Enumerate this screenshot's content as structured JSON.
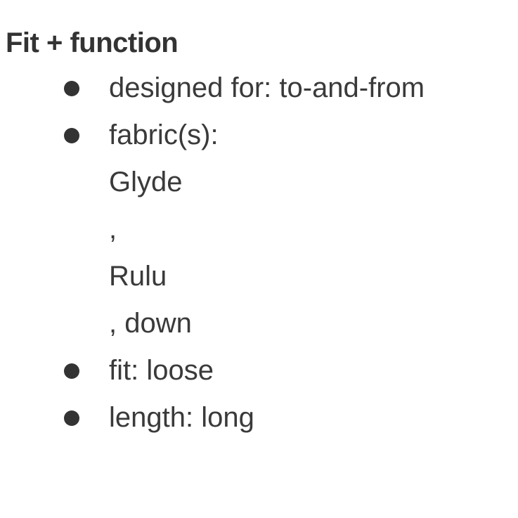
{
  "section": {
    "heading": "Fit + function",
    "items": [
      {
        "label": "designed for: to-and-from"
      },
      {
        "label": "fabric(s):",
        "lines": [
          "Glyde",
          ",",
          "Rulu",
          ", down"
        ]
      },
      {
        "label": "fit: loose"
      },
      {
        "label": "length: long"
      }
    ]
  }
}
